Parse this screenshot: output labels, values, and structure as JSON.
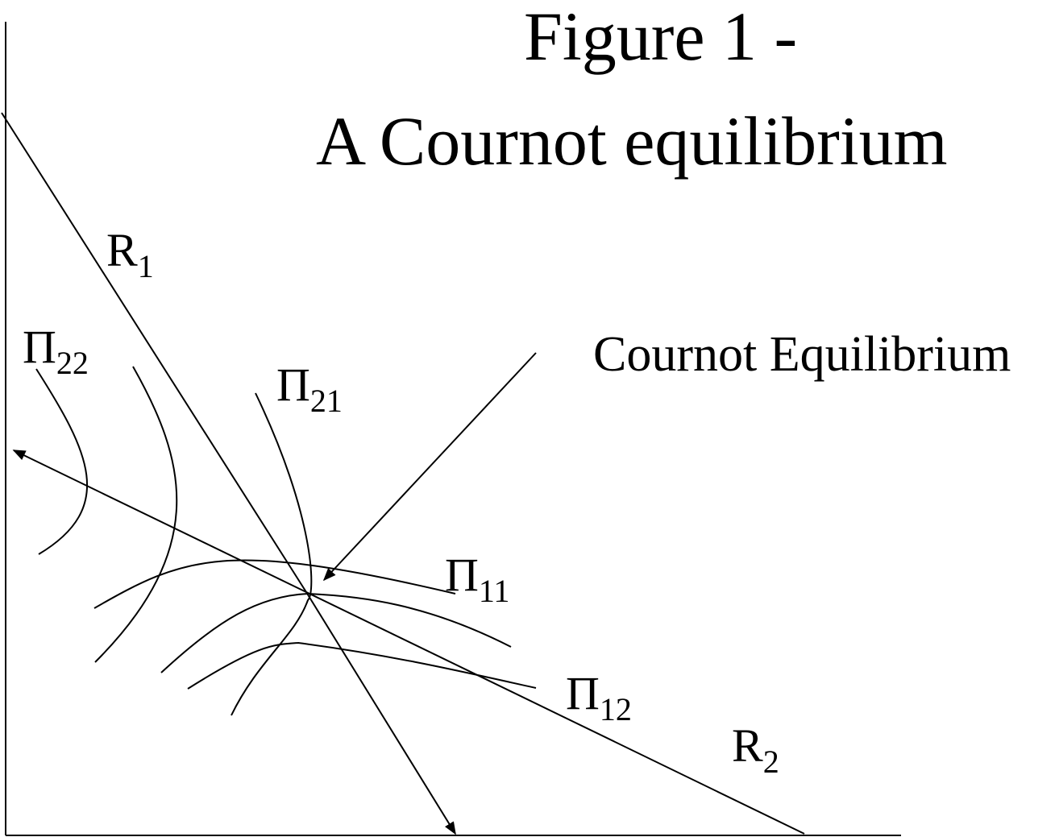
{
  "title": {
    "line1": "Figure 1 -",
    "line2": "A Cournot equilibrium"
  },
  "annotation": "Cournot Equilibrium",
  "labels": {
    "r1": {
      "main": "R",
      "sub": "1"
    },
    "r2": {
      "main": "R",
      "sub": "2"
    },
    "pi22": {
      "main": "Π",
      "sub": "22"
    },
    "pi21": {
      "main": "Π",
      "sub": "21"
    },
    "pi11": {
      "main": "Π",
      "sub": "11"
    },
    "pi12": {
      "main": "Π",
      "sub": "12"
    }
  },
  "colors": {
    "ink": "#000000",
    "background": "#ffffff"
  }
}
